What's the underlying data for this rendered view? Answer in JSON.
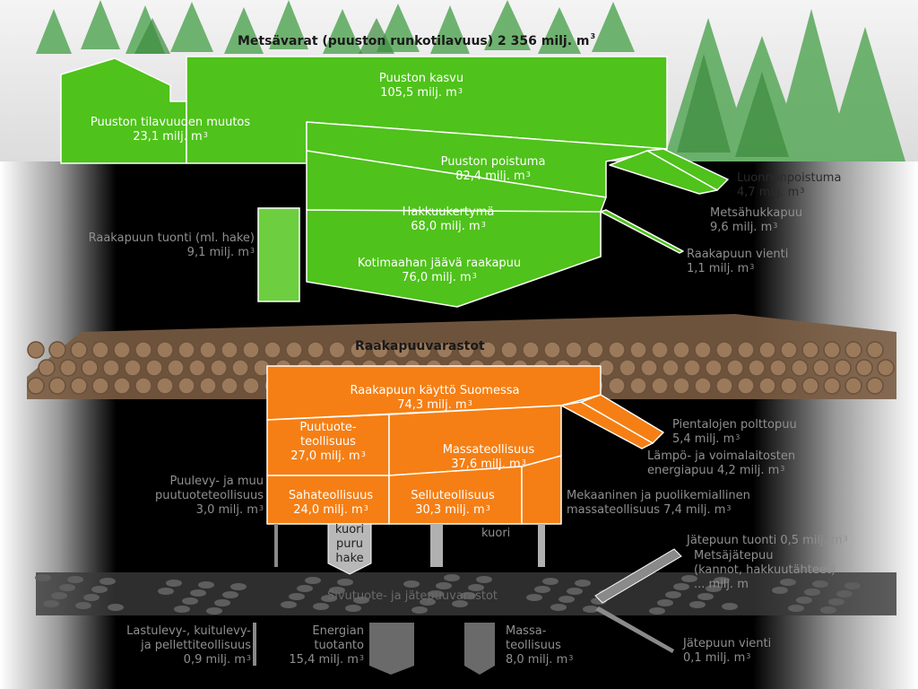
{
  "header": {
    "forest_resources": "Metsävarat (puuston runkotilavuus) 2 356 milj. m"
  },
  "green": {
    "growth": {
      "label": "Puuston kasvu",
      "value": "105,5 milj. m"
    },
    "volume_change": {
      "label": "Puuston tilavuuden muutos",
      "value": "23,1 milj. m"
    },
    "drain": {
      "label": "Puuston poistuma",
      "value": "82,4 milj. m"
    },
    "harvest": {
      "label": "Hakkuukertymä",
      "value": "68,0 milj. m"
    },
    "domestic_roundwood": {
      "label": "Kotimaahan jäävä raakapuu",
      "value": "76,0 milj. m"
    }
  },
  "outflows_top": {
    "natural_drain": {
      "label": "Luonnonpoistuma",
      "value": "4,7 milj. m"
    },
    "logging_residue": {
      "label": "Metsähukkapuu",
      "value": "9,6 milj. m"
    },
    "roundwood_export": {
      "label": "Raakapuun vienti",
      "value": "1,1 milj. m"
    }
  },
  "imports": {
    "label": "Raakapuun tuonti (ml. hake)",
    "value": "9,1 milj. m"
  },
  "storage": {
    "label": "Raakapuuvarastot"
  },
  "orange": {
    "use": {
      "label": "Raakapuun käyttö Suomessa",
      "value": "74,3 milj. m"
    },
    "wood_products": {
      "label1": "Puutuote-",
      "label2": "teollisuus",
      "value": "27,0 milj. m"
    },
    "pulp_industry": {
      "label": "Massateollisuus",
      "value": "37,6 milj. m"
    },
    "sawmills": {
      "label": "Sahateollisuus",
      "value": "24,0 milj. m"
    },
    "pulp_mills": {
      "label": "Selluteollisuus",
      "value": "30,3 milj. m"
    }
  },
  "outflows_mid": {
    "house_fuel": {
      "label": "Pientalojen polttopuu",
      "value": "5,4 milj. m"
    },
    "energy_wood": {
      "label1": "Lämpö- ja voimalaitosten",
      "label2": "energiapuu 4,2 milj. m"
    },
    "mechanical_pulp": {
      "label1": "Mekaaninen ja puolikemiallinen",
      "label2": "massateollisuus 7,4 milj. m"
    },
    "panel_other": {
      "label1": "Puulevy- ja muu",
      "label2": "puutuoteteollisuus",
      "value": "3,0 milj. m"
    }
  },
  "byproducts": {
    "box": [
      "kuori",
      "puru",
      "hake"
    ],
    "bark": "kuori"
  },
  "bottom": {
    "waste_import": "Jätepuun tuonti 0,5 milj. m",
    "forest_waste": {
      "line1": "Metsäjätepuu",
      "line2": "(kannot, hakkuutähteet)",
      "line3": "... milj. m"
    },
    "byproduct_storage": "Sivutuote- ja jätepuuvarastot",
    "panel_board": {
      "line1": "Lastulevy-, kuitulevy-",
      "line2": "ja pellettiteollisuus",
      "value": "0,9 milj. m"
    },
    "energy": {
      "line1": "Energian",
      "line2": "tuotanto",
      "value": "15,4 milj. m"
    },
    "pulp": {
      "line1": "Massa-",
      "line2": "teollisuus",
      "value": "8,0 milj. m"
    },
    "waste_export": {
      "line1": "Jätepuun vienti",
      "line2": "0,1 milj. m"
    }
  },
  "unit_sup": "3",
  "colors": {
    "green": "#4fc21b",
    "green_light": "#6dcf3f",
    "orange": "#f57f14",
    "grey": "#8a8a8a",
    "log": "#8a6a4e"
  }
}
